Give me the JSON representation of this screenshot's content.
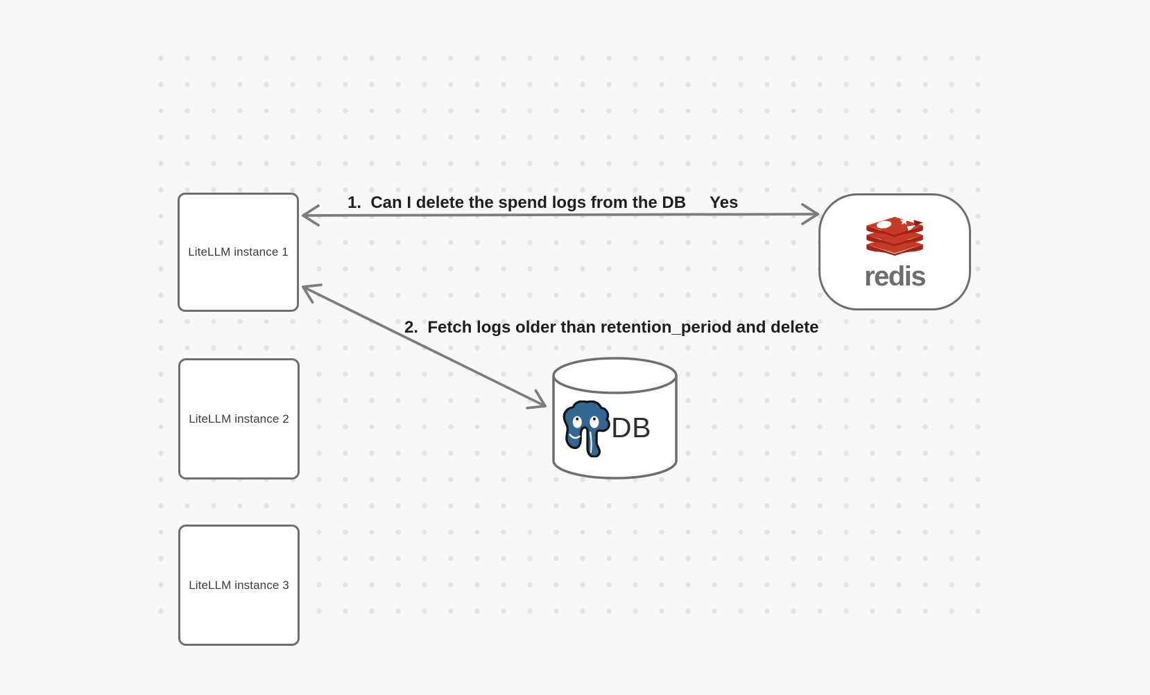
{
  "diagram": {
    "nodes": {
      "instances": [
        {
          "label": "LiteLLM instance 1"
        },
        {
          "label": "LiteLLM instance 2"
        },
        {
          "label": "LiteLLM instance 3"
        }
      ],
      "redis": {
        "label": "redis"
      },
      "db": {
        "label": "DB"
      }
    },
    "edges": {
      "edge1": {
        "label": "1.  Can I delete the spend logs from the DB",
        "response_label": "Yes"
      },
      "edge2": {
        "label": "2.  Fetch logs older than retention_period and delete"
      }
    },
    "icons": {
      "redis_logo": "redis-stack-logo",
      "postgres_logo": "postgresql-elephant-logo",
      "db_shape": "database-cylinder",
      "arrow_style": "double-headed-open-arrow"
    },
    "colors": {
      "background": "#f8f8f8",
      "grid_dot": "#e4e4e4",
      "shape_stroke": "#6e6e6e",
      "arrow_stroke": "#7d7d7d",
      "edge_label_text": "#1e1e1e",
      "node_label_text": "#3b3b3b",
      "redis_red": "#c63a2a",
      "redis_dark_red": "#a02417",
      "redis_wordmark_gray": "#6d6d6d",
      "postgres_blue": "#336791",
      "db_text": "#2f2f2f"
    }
  }
}
